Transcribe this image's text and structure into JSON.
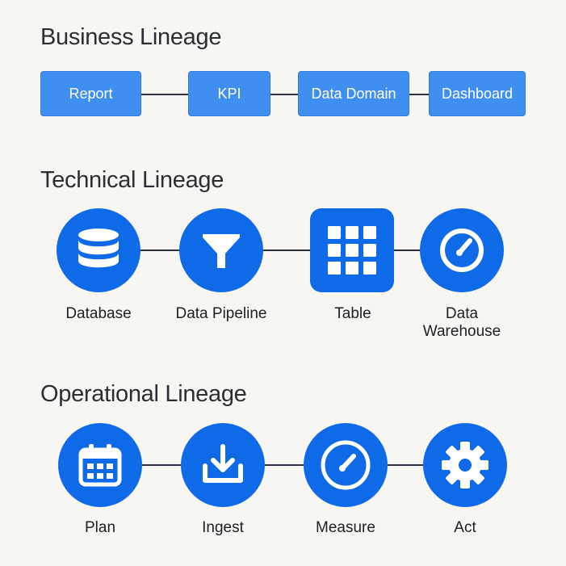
{
  "sections": {
    "business": {
      "title": "Business Lineage",
      "items": [
        "Report",
        "KPI",
        "Data Domain",
        "Dashboard"
      ]
    },
    "technical": {
      "title": "Technical Lineage",
      "items": [
        {
          "label": "Database",
          "icon": "database-icon"
        },
        {
          "label": "Data Pipeline",
          "icon": "funnel-icon"
        },
        {
          "label": "Table",
          "icon": "table-grid-icon"
        },
        {
          "label": "Data\nWarehouse",
          "icon": "gauge-icon"
        }
      ]
    },
    "operational": {
      "title": "Operational Lineage",
      "items": [
        {
          "label": "Plan",
          "icon": "calendar-icon"
        },
        {
          "label": "Ingest",
          "icon": "download-tray-icon"
        },
        {
          "label": "Measure",
          "icon": "speedometer-icon"
        },
        {
          "label": "Act",
          "icon": "gear-icon"
        }
      ]
    }
  },
  "colors": {
    "node_blue": "#0f6ae8",
    "box_blue": "#3f8ff0",
    "connector": "#2c3340",
    "background": "#f8f6f3"
  }
}
